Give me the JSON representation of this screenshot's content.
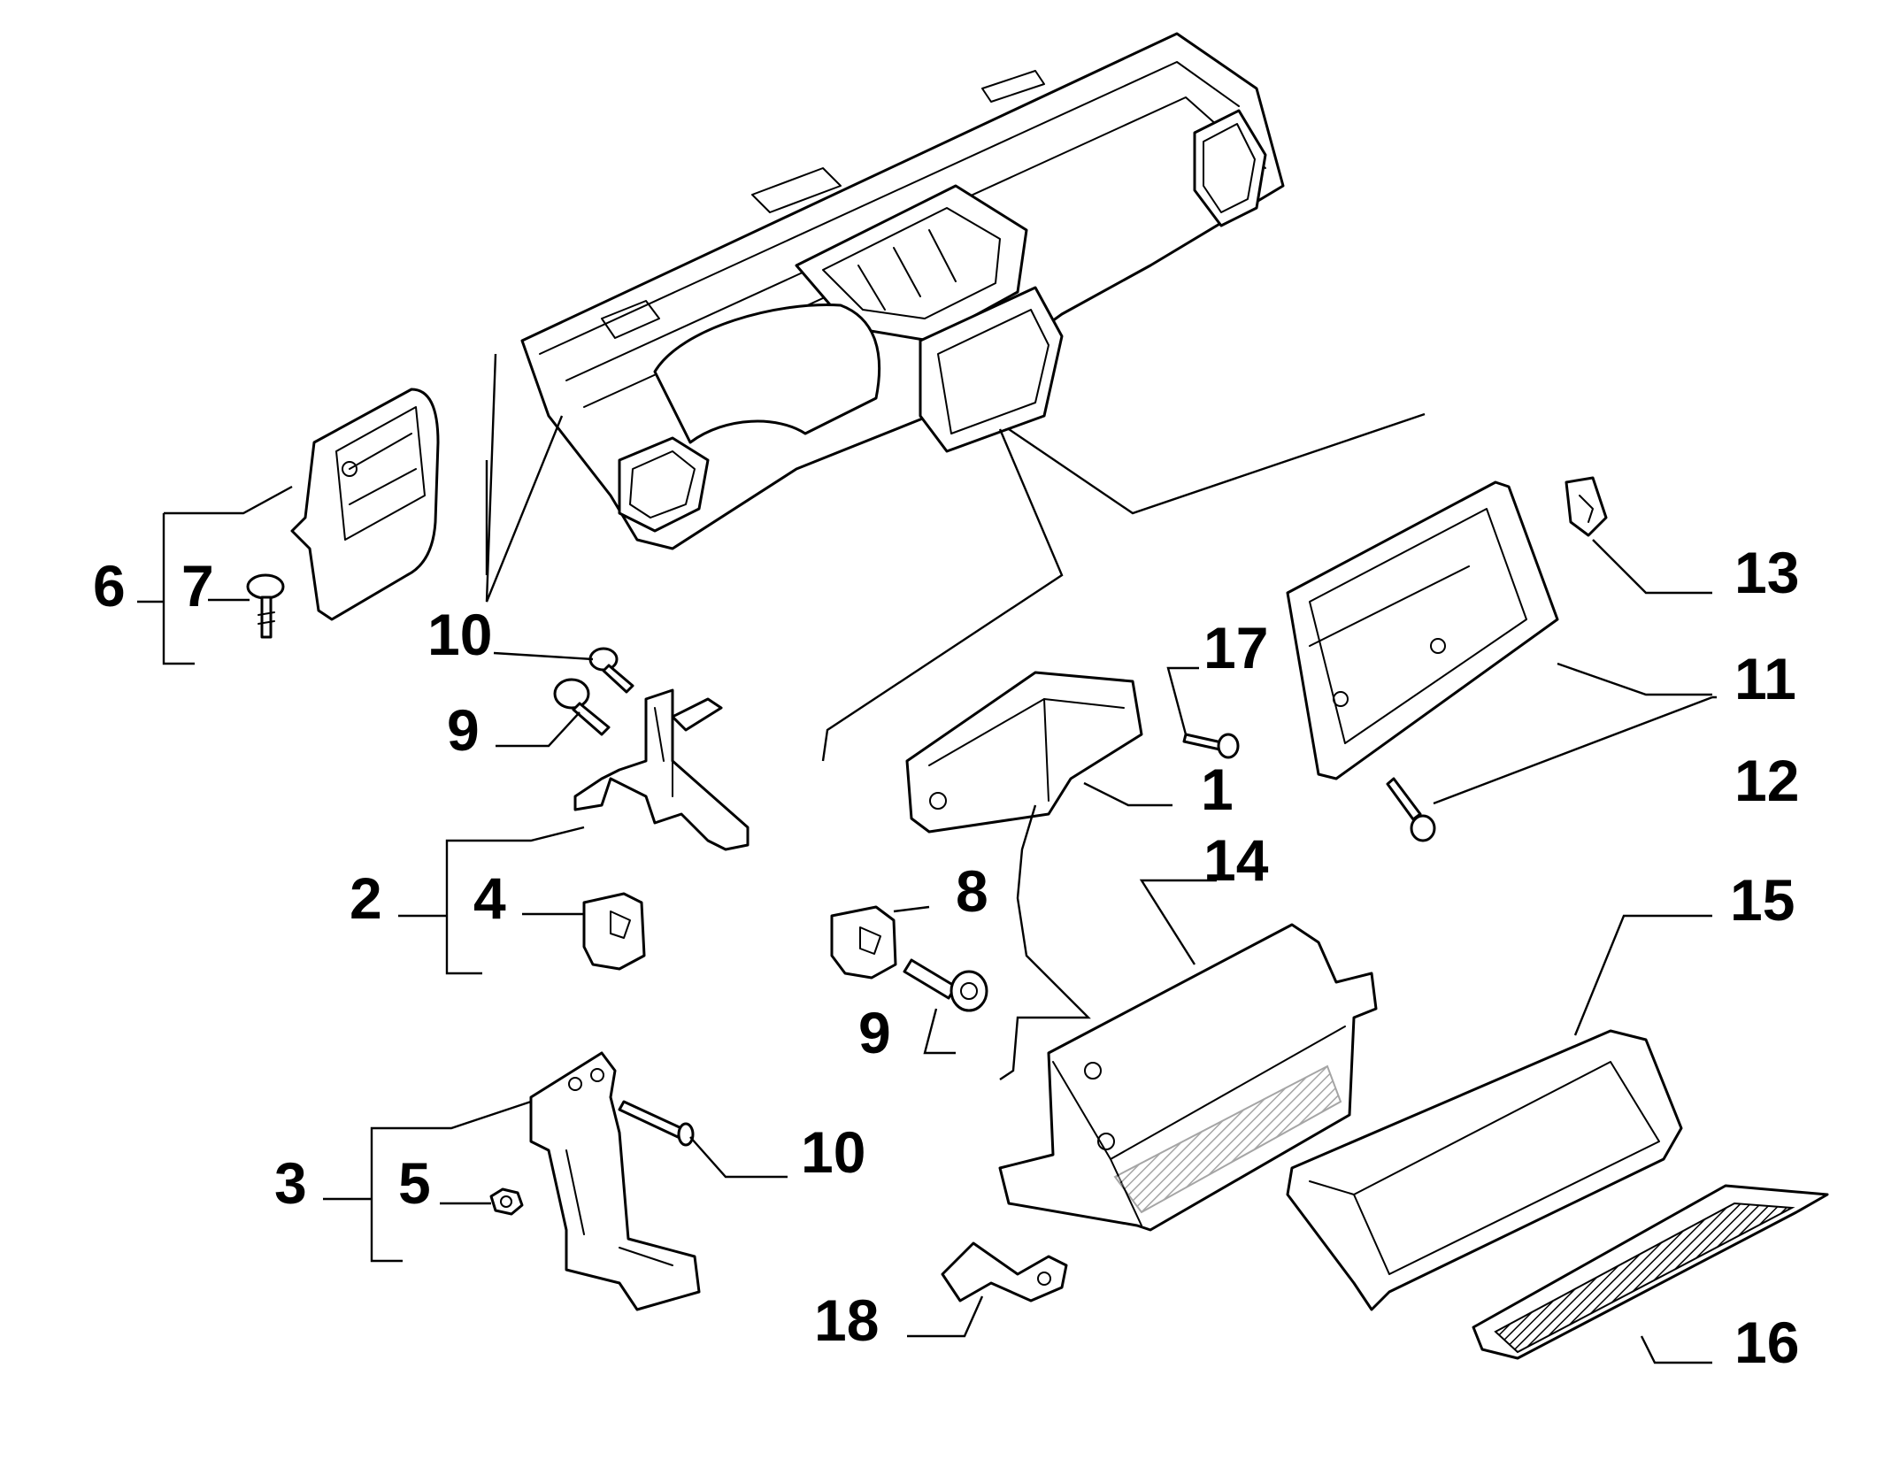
{
  "diagram": {
    "type": "exploded-parts-diagram",
    "subject": "dashboard / instrument panel components",
    "callouts": [
      "1",
      "2",
      "3",
      "4",
      "5",
      "6",
      "7",
      "8",
      "9",
      "9",
      "10",
      "10",
      "11",
      "12",
      "13",
      "14",
      "15",
      "16",
      "17",
      "18"
    ]
  }
}
